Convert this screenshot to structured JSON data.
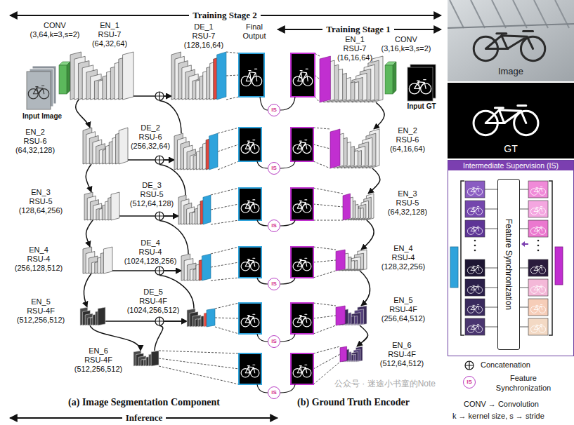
{
  "diagram": {
    "nodes": [
      {
        "text": [
          "CONV",
          "(3,64,k=3,s=2)"
        ]
      },
      {
        "text": [
          "EN_1",
          "RSU-7",
          "(64,32,64)"
        ]
      },
      {
        "text": [
          "EN_2",
          "RSU-6",
          "(64,32,128)"
        ]
      },
      {
        "text": [
          "EN_3",
          "RSU-5",
          "(128,64,256)"
        ]
      },
      {
        "text": [
          "EN_4",
          "RSU-4",
          "(256,128,512)"
        ]
      },
      {
        "text": [
          "EN_5",
          "RSU-4F",
          "(512,256,512)"
        ]
      },
      {
        "text": [
          "EN_6",
          "RSU-4F",
          "(512,256,512)"
        ]
      },
      {
        "text": [
          "DE_1",
          "RSU-7",
          "(128,16,64)"
        ]
      },
      {
        "text": [
          "DE_2",
          "RSU-6",
          "(256,32,64)"
        ]
      },
      {
        "text": [
          "DE_3",
          "RSU-5",
          "(512,64,128)"
        ]
      },
      {
        "text": [
          "DE_4",
          "RSU-4",
          "(1024,128,256)"
        ]
      },
      {
        "text": [
          "DE_5",
          "RSU-4F",
          "(1024,256,512)"
        ]
      },
      {
        "text": [
          "CONV",
          "(3,16,k=3,s=2)"
        ]
      },
      {
        "text": [
          "EN_1",
          "RSU-7",
          "(16,16,64)"
        ]
      },
      {
        "text": [
          "EN_2",
          "RSU-6",
          "(64,16,64)"
        ]
      },
      {
        "text": [
          "EN_3",
          "RSU-5",
          "(64,32,128)"
        ]
      },
      {
        "text": [
          "EN_4",
          "RSU-4",
          "(128,32,256)"
        ]
      },
      {
        "text": [
          "EN_5",
          "RSU-4F",
          "(256,64,512)"
        ]
      },
      {
        "text": [
          "EN_6",
          "RSU-4F",
          "(512,64,512)"
        ]
      },
      {
        "text": [
          "IS"
        ]
      },
      {
        "text": [
          "IS"
        ]
      },
      {
        "text": [
          "IS"
        ]
      },
      {
        "text": [
          "IS"
        ]
      },
      {
        "text": [
          "IS"
        ]
      },
      {
        "text": [
          "IS"
        ]
      },
      {
        "text": [
          "Intermediate Supervision (IS)"
        ]
      },
      {
        "text": [
          "Feature Synchronization"
        ],
        "in": 25
      }
    ],
    "edges": [
      {
        "from": 1,
        "to": 2,
        "arrow": "to"
      },
      {
        "from": 2,
        "to": 3,
        "arrow": "to"
      },
      {
        "from": 3,
        "to": 4,
        "arrow": "to"
      },
      {
        "from": 4,
        "to": 5,
        "arrow": "to"
      },
      {
        "from": 5,
        "to": 6,
        "arrow": "to"
      },
      {
        "from": 1,
        "to": 7,
        "arrow": "to"
      },
      {
        "from": 2,
        "to": 8,
        "arrow": "to"
      },
      {
        "from": 3,
        "to": 9,
        "arrow": "to"
      },
      {
        "from": 4,
        "to": 10,
        "arrow": "to"
      },
      {
        "from": 5,
        "to": 11,
        "arrow": "to"
      },
      {
        "from": 8,
        "to": 7,
        "arrow": "to"
      },
      {
        "from": 9,
        "to": 8,
        "arrow": "to"
      },
      {
        "from": 10,
        "to": 9,
        "arrow": "to"
      },
      {
        "from": 11,
        "to": 10,
        "arrow": "to"
      },
      {
        "from": 6,
        "to": 11,
        "arrow": "to"
      },
      {
        "from": 13,
        "to": 14,
        "arrow": "to"
      },
      {
        "from": 14,
        "to": 15,
        "arrow": "to"
      },
      {
        "from": 15,
        "to": 16,
        "arrow": "to"
      },
      {
        "from": 16,
        "to": 17,
        "arrow": "to"
      },
      {
        "from": 17,
        "to": 18,
        "arrow": "to"
      }
    ],
    "labels": [
      "Training Stage 2",
      "Training Stage 1",
      "Input Image",
      "Final Output",
      "Input GT",
      "Image",
      "GT",
      "(a) Image Segmentation Component",
      "(b) Ground Truth Encoder",
      "Inference",
      "IS",
      "CONV → Convolution",
      "k → kernel size, s → stride",
      "公众号 · 迷途小书童的Note"
    ],
    "legend": [
      {
        "text": "Concatenation"
      },
      {
        "text": "Feature Synchronization"
      }
    ]
  }
}
